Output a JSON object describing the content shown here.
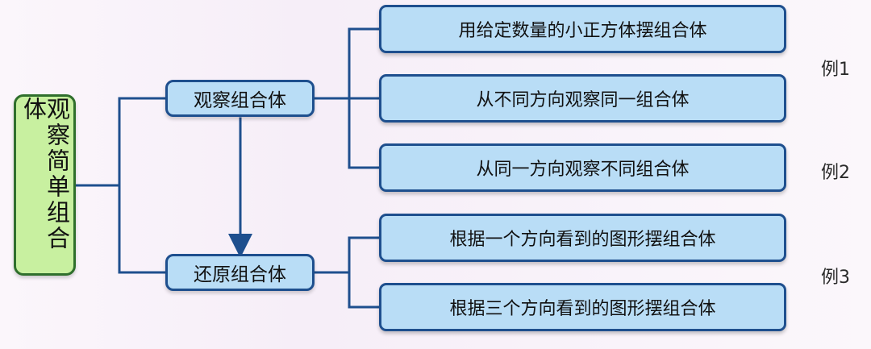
{
  "root": {
    "label": "观察简单组合体"
  },
  "branches": [
    {
      "label": "观察组合体",
      "leaves": [
        "用给定数量的小正方体摆组合体",
        "从不同方向观察同一组合体",
        "从同一方向观察不同组合体"
      ]
    },
    {
      "label": "还原组合体",
      "leaves": [
        "根据一个方向看到的图形摆组合体",
        "根据三个方向看到的图形摆组合体"
      ]
    }
  ],
  "examples": [
    "例1",
    "例2",
    "例3"
  ]
}
